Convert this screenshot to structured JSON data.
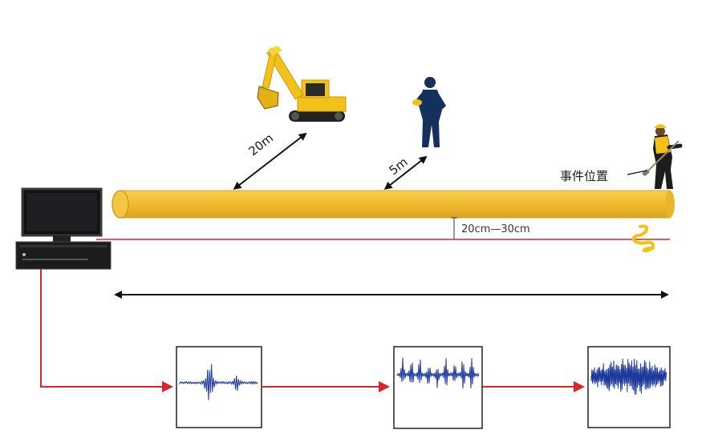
{
  "labels": {
    "excavator_distance": "20m",
    "worker_distance": "5m",
    "event_location": "事件位置",
    "burial_depth": "20cm—30cm"
  },
  "icons": {
    "monitor": "monitor-icon",
    "host": "host-unit-icon",
    "excavator": "excavator-icon",
    "standing_worker": "standing-worker-icon",
    "digging_worker": "digging-worker-icon",
    "fiber_kink": "fiber-disturbance-icon"
  },
  "colors": {
    "pipe": "#f1bd33",
    "pipe_edge": "#d9a21f",
    "fiber": "#d8262a",
    "signal_arrow": "#d8262a",
    "waveform": "#1f3a9c",
    "excavator": "#f2c21b",
    "worker": "#14305c",
    "helmet": "#f3c01a"
  },
  "waveforms": [
    "impulse",
    "periodic",
    "continuous"
  ]
}
